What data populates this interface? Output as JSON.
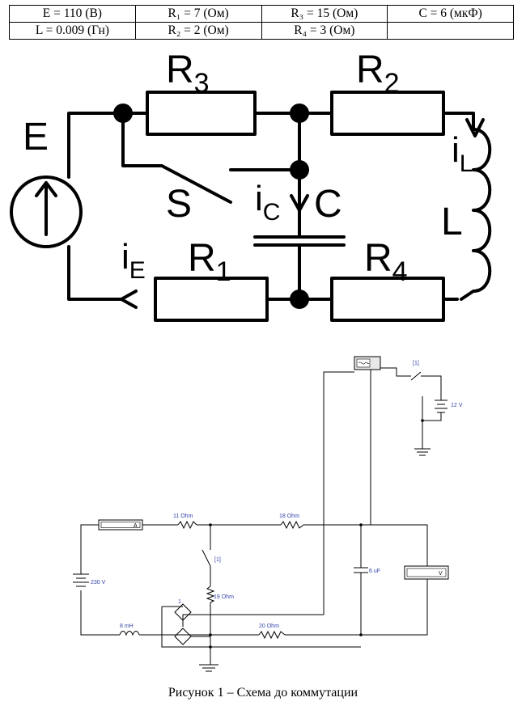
{
  "params": {
    "row1": [
      "E = 110 (B)",
      "R₁ = 7 (Ом)",
      "R₃ = 15 (Ом)",
      "C = 6 (мкФ)"
    ],
    "row2": [
      "L = 0.009 (Гн)",
      "R₂ = 2 (Ом)",
      "R₄ = 3 (Ом)",
      ""
    ]
  },
  "circuit": {
    "E": "E",
    "R3": "R",
    "R3_sub": "3",
    "R2": "R",
    "R2_sub": "2",
    "R1": "R",
    "R1_sub": "1",
    "R4": "R",
    "R4_sub": "4",
    "S": "S",
    "iC": "i",
    "iC_sub": "C",
    "C": "C",
    "iL": "i",
    "iL_sub": "L",
    "L": "L",
    "iE": "i",
    "iE_sub": "E"
  },
  "sim": {
    "ammeter": "A",
    "r11": "11  Ohm",
    "r18": "18  Ohm",
    "switch1": "[1]",
    "r19": "19  Ohm",
    "battery": "230 V",
    "cap": "6 uF",
    "voltmeter": "V",
    "inductor": "8 mH",
    "r20": "20  Ohm",
    "switch2": "[1]",
    "battery2": "12 V",
    "one": "1"
  },
  "caption": "Рисунок 1 – Схема до коммутации"
}
